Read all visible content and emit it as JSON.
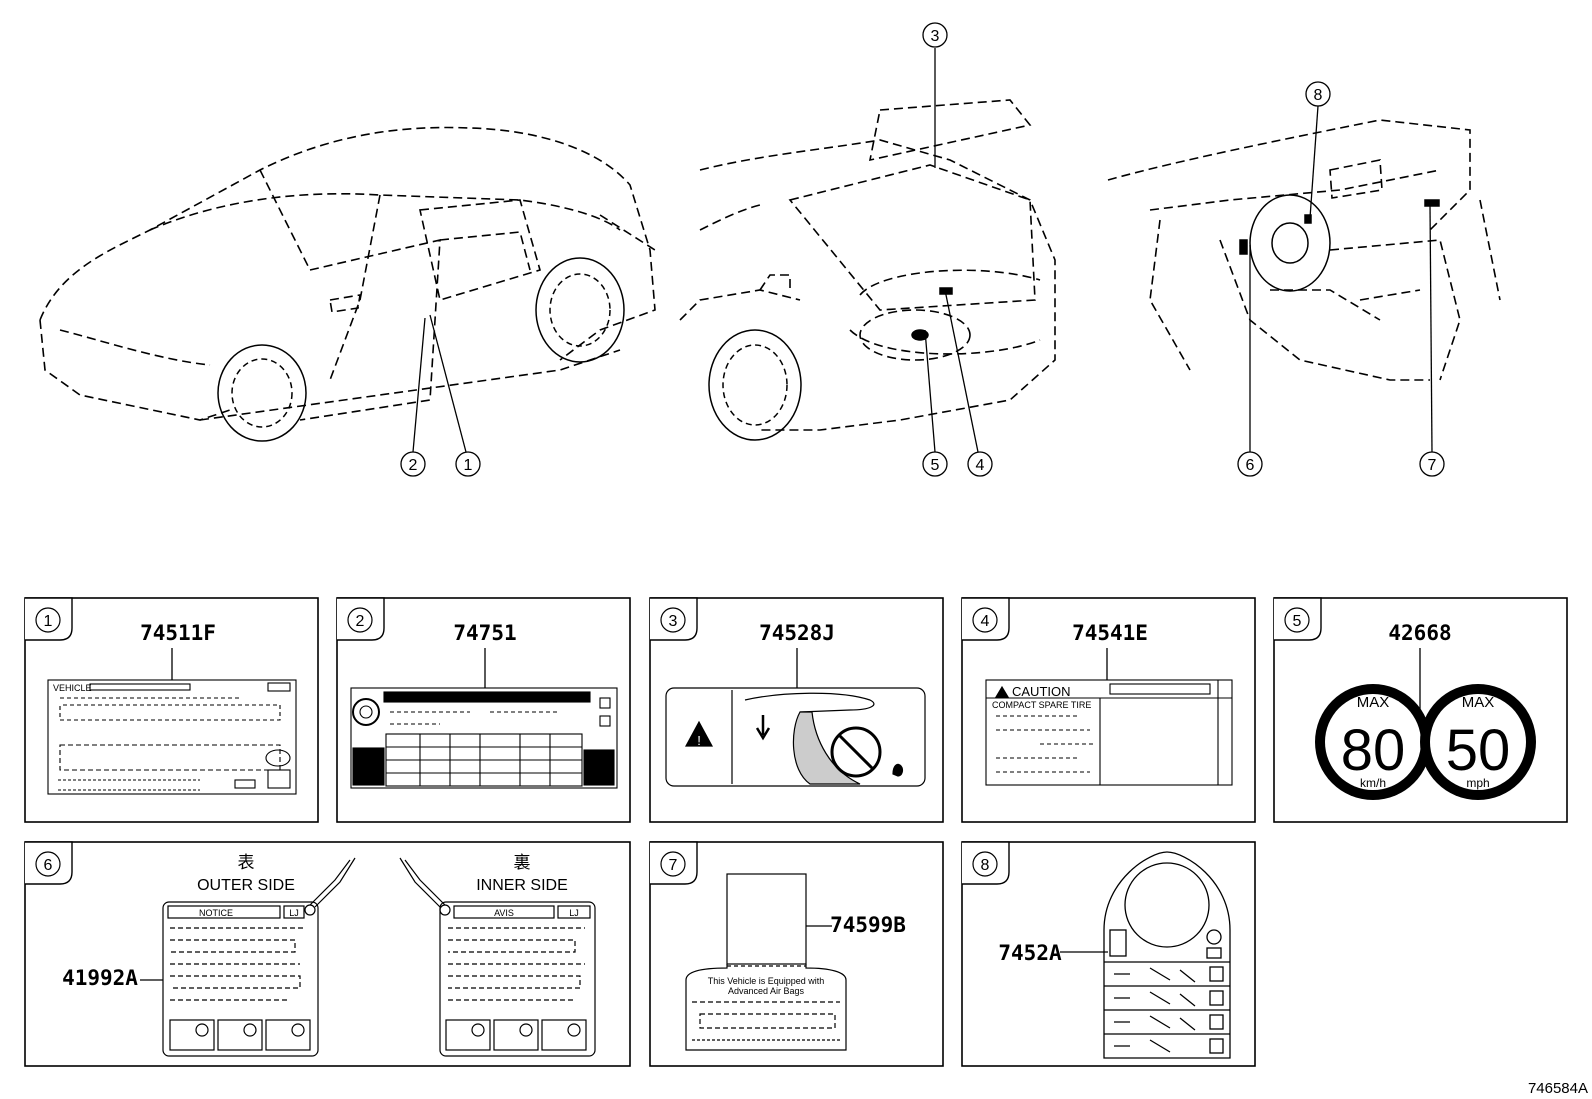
{
  "diagram_ref": "746584A",
  "callouts": [
    "1",
    "2",
    "3",
    "4",
    "5",
    "6",
    "7",
    "8"
  ],
  "panels": [
    {
      "num": "1",
      "part": "74511F"
    },
    {
      "num": "2",
      "part": "74751"
    },
    {
      "num": "3",
      "part": "74528J"
    },
    {
      "num": "4",
      "part": "74541E"
    },
    {
      "num": "5",
      "part": "42668"
    },
    {
      "num": "6",
      "part": "41992A"
    },
    {
      "num": "7",
      "part": "74599B"
    },
    {
      "num": "8",
      "part": "7452A"
    }
  ],
  "label_74541E": {
    "caution": "CAUTION",
    "subtitle": "COMPACT SPARE TIRE"
  },
  "label_42668": {
    "max": "MAX",
    "left_value": "80",
    "left_unit": "km/h",
    "right_value": "50",
    "right_unit": "mph"
  },
  "label_41992A": {
    "outer_kanji": "表",
    "outer_caption": "OUTER SIDE",
    "outer_title": "NOTICE",
    "outer_tag": "LJ",
    "inner_kanji": "裏",
    "inner_caption": "INNER SIDE",
    "inner_title": "AVIS",
    "inner_tag": "LJ"
  },
  "label_74599B": {
    "line1": "This Vehicle is Equipped with",
    "line2": "Advanced Air Bags"
  },
  "label_74511F": {
    "vin_prefix": "VEHICLE"
  },
  "icons": {
    "warning": "warning-triangle-icon",
    "prohibited": "no-entry-icon",
    "arrow": "down-arrow-icon",
    "tire": "tire-icon"
  }
}
